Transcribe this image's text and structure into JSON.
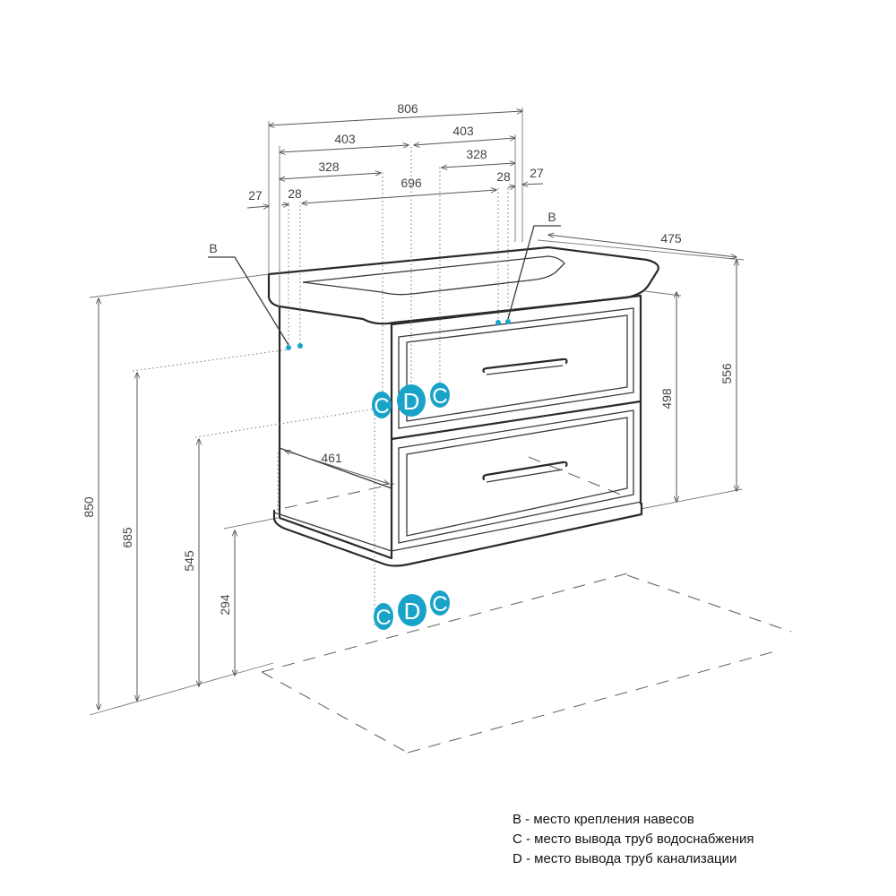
{
  "dimensions": {
    "total_width": "806",
    "half_width_left": "403",
    "half_width_right": "403",
    "pipe_offset_left": "328",
    "pipe_offset_right": "328",
    "mount_spacing": "696",
    "mount_inset_left": "28",
    "mount_inset_right": "28",
    "edge_inset_left": "27",
    "edge_inset_right": "27",
    "depth": "475",
    "cabinet_height": "556",
    "body_height": "498",
    "total_height": "850",
    "mount_height": "685",
    "water_pipe_height": "545",
    "drain_height": "294",
    "side_depth": "461"
  },
  "markers": {
    "b": "B",
    "c": "C",
    "d": "D"
  },
  "legend": [
    "B - место крепления навесов",
    "C - место вывода труб водоснабжения",
    "D - место вывода труб канализации"
  ],
  "colors": {
    "marker": "#1aa3c8",
    "line": "#2a2a2a"
  }
}
